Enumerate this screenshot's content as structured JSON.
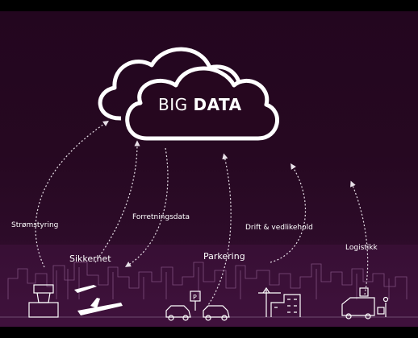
{
  "cloud": {
    "title_light": "BIG",
    "title_bold": "DATA"
  },
  "labels": {
    "stromstyring": "Strømstyring",
    "forretningsdata": "Forretningsdata",
    "drift": "Drift & vedlikehold",
    "sikkerhet": "Sikkerhet",
    "parkering": "Parkering",
    "logistikk": "Logistikk"
  },
  "colors": {
    "background": "#26071f",
    "accent": "#ffffff",
    "skyline": "#8a5a8a"
  },
  "icons": [
    "cloud-icon",
    "control-tower-icon",
    "airplane-icon",
    "parking-icon",
    "crane-icon",
    "delivery-truck-icon"
  ]
}
